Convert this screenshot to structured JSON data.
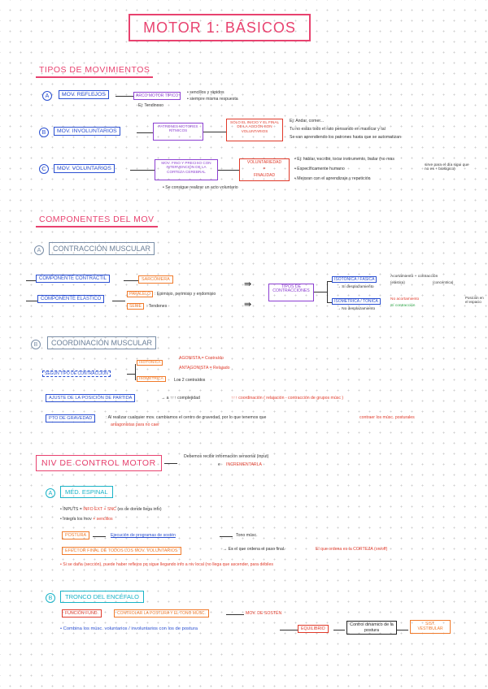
{
  "title": "MOTOR 1: BÁSICOS",
  "s1": {
    "heading": "TIPOS DE MOVIMIENTOS",
    "a_letter": "A",
    "a_label": "MOV. REFLEJOS",
    "a_box": "ARCO MOTOR TÍPICO",
    "a_note1": "• sencillos y rápidos",
    "a_note2": "• siempre misma respuesta",
    "a_ex": "Ej: Tendinoso",
    "b_letter": "B",
    "b_label": "MOV. INVOLUNTARIOS",
    "b_box": "PATRONES MOTORES RÍTMICOS",
    "b_red": "SÓLO EL INICIO Y EL FINAL DE LA ACCIÓN SON VOLUNTARIOS",
    "b_note1": "Ej: Andar, comer...",
    "b_note2": "Tu no estás todo el rato pensando en masticar y tal",
    "b_note3": "Se van aprendiendo los patrones hasta que se automatizan",
    "c_letter": "C",
    "c_label": "MOV. VOLUNTARIOS",
    "c_box": "MOV. FINO Y PRECISO CON INTERVENCIÓN DE LA CORTEZA CEREBRAL",
    "c_red_top": "VOLUNTARIEDAD",
    "c_red_eq": "=",
    "c_red_bot": "FINALIDAD",
    "c_note1": "• Ej: hablar, escribir, tocar instrumento, bailar (no mas",
    "c_note2": "• Específicamente humano",
    "c_note3": "• Mejoran con el aprendizaje y repetición",
    "c_side": "sirve para el día sigui que no es + biológico)",
    "c_bottom": "• Se consigue realizar un acto voluntario"
  },
  "s2": {
    "heading": "COMPONENTES DEL MOV",
    "a_letter": "A",
    "a_label": "CONTRACCIÓN MUSCULAR",
    "contractil": "COMPONENTE CONTRÁCTIL",
    "sarcomera": "SARCÓMERA",
    "elastico": "COMPONENTE ELÁSTICO",
    "paralelo": "PARALELO",
    "paralelo_note": ": Epimisio, perimisio y endomisio",
    "serie": "SERIE",
    "serie_note": ": Tendones",
    "tipos": "TIPOS DE CONTRACCIONES",
    "isotonica": "ISOTÓNICA / FÁSICA",
    "isotonica_sub": "→ Sí desplazamiento",
    "isotonica_note": "Acortamiento + contracción",
    "isotonica_note2": "(elástica)",
    "isotonica_note3": "(concéntrica)",
    "isometrica": "ISOMÉTRICA / TÓNICA",
    "isometrica_sub": "→ No desplazamiento",
    "no_acort": "No acortamiento",
    "si_contr": "Sí contracción",
    "isometrica_note": "Posición en el espacio",
    "b_letter": "B",
    "b_label": "COORDINACIÓN MUSCULAR",
    "segun": "SEGÚN TIPO DE CONTRACCIÓN",
    "iso1": "ISOTÓNICA",
    "iso2": "ISOMÉTRICA",
    "agonista": "AGONISTA = Contraído",
    "antagonista": "ANTAGONISTA = Relajado",
    "los2": "Los 2 contraídos",
    "ajuste": "AJUSTE DE LA POSICIÓN DE PARTIDA",
    "ajuste_note1": "→ a ↑↑↑ complejidad",
    "ajuste_note2": "↑↑↑ coordinación ( relajación - contracción de grupos músc )",
    "gravedad": "PTO DE GRAVEDAD",
    "gravedad_note1": ": Al realizar cualquier mov. cambiamos el centro de gravedad, por lo que tenemos que",
    "gravedad_note2": "contraer los músc. posturales",
    "gravedad_note3": "antagonistas para no caer"
  },
  "s3": {
    "heading": "NIV DE CONTROL MOTOR",
    "side1": "Debemos recibir información sensorial (input)",
    "side2": "e",
    "side3": "INCREMENTARLA",
    "a_letter": "A",
    "a_label": "MÉD. ESPINAL",
    "inputs_a": "• INPUTS =",
    "inputs_b": "INFO EXT + SNC",
    "inputs_c": "(es de donde llega info)",
    "integra_a": "• Integra los mov",
    "integra_b": "+ sencillos",
    "postura": "POSTURA",
    "postura_note": "Ejecución de programas de sostén",
    "postura_tono": "Tono músc.",
    "efector": "EFECTOR FINAL DE TODOS LOS MOV. VOLUNTARIOS",
    "efector_note1": "→ Es el que ordena el paso final.",
    "efector_note2": "El que ordena es la CORTEZA (on/off)",
    "dano": "• Si se daña (sección), puede haber reflejos pq sigue llegando info a niv local (no llega que ascender, para débiles",
    "b_letter": "B",
    "b_label": "TRONCO DEL ENCÉFALO",
    "funcion": "FUNCIÓN FUND.",
    "funcion_note": "CONTROLAR LA POSTURA Y EL TONO MÚSC.",
    "funcion_tail": "MOV. DE SOSTÉN",
    "combina": "• Combina los músc. voluntarios / involuntarios con los de postura",
    "equilibrio": "EQUILIBRIO",
    "control": "Control dinámico de la postura",
    "sist": "SIST. VESTIBULAR"
  }
}
